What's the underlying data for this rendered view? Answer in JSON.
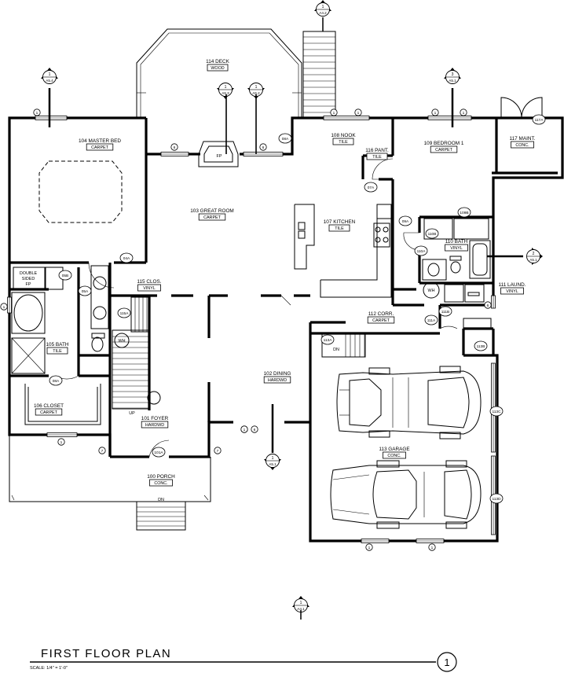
{
  "plan": {
    "title": "FIRST FLOOR PLAN",
    "scale": "SCALE:  1/4\" = 1'-0\"",
    "number": "1"
  },
  "rooms": [
    {
      "key": "master_bed",
      "name": "104 MASTER BED",
      "finish": "CARPET"
    },
    {
      "key": "deck",
      "name": "114 DECK",
      "finish": "WOOD"
    },
    {
      "key": "nook",
      "name": "108 NOOK",
      "finish": "TILE"
    },
    {
      "key": "bedroom1",
      "name": "109 BEDROOM 1",
      "finish": "CARPET"
    },
    {
      "key": "maint",
      "name": "117 MAINT.",
      "finish": "CONC."
    },
    {
      "key": "pant",
      "name": "116 PANT.",
      "finish": "TILE"
    },
    {
      "key": "great",
      "name": "103 GREAT ROOM",
      "finish": "CARPET"
    },
    {
      "key": "kitchen",
      "name": "107 KITCHEN",
      "finish": "TILE"
    },
    {
      "key": "bath110",
      "name": "110 BATH",
      "finish": "VINYL"
    },
    {
      "key": "clos115",
      "name": "115 CLOS.",
      "finish": "VINYL"
    },
    {
      "key": "laund",
      "name": "111 LAUND.",
      "finish": "VINYL"
    },
    {
      "key": "corr",
      "name": "112 CORR.",
      "finish": "CARPET"
    },
    {
      "key": "bath105",
      "name": "105 BATH",
      "finish": "TILE"
    },
    {
      "key": "dining",
      "name": "102 DINING",
      "finish": "HARDWD"
    },
    {
      "key": "closet106",
      "name": "106 CLOSET",
      "finish": "CARPET"
    },
    {
      "key": "foyer",
      "name": "101 FOYER",
      "finish": "HARDWD"
    },
    {
      "key": "garage",
      "name": "113 GARAGE",
      "finish": "CONC."
    },
    {
      "key": "porch",
      "name": "100 PORCH",
      "finish": "CONC."
    }
  ],
  "fixtures": {
    "fireplace": "FP",
    "double_fp": [
      "DOUBLE",
      "SIDED",
      "FP"
    ],
    "water_heater": "WH",
    "up": "UP",
    "dn": "DN"
  },
  "door_tags": [
    "08A",
    "117A",
    "07A",
    "09A",
    "109B",
    "110B",
    "04A",
    "05B",
    "05A",
    "110A",
    "115A",
    "111A",
    "111B",
    "113A",
    "113B",
    "08A",
    "101A",
    "113C",
    "113D"
  ],
  "window_tags": [
    "1",
    "1",
    "1",
    "1",
    "1",
    "1",
    "1",
    "1",
    "1",
    "6",
    "6",
    "6",
    "7",
    "7",
    "6",
    "6",
    "1"
  ],
  "section_marks": [
    {
      "num": "1",
      "sheet": "A4.2"
    },
    {
      "num": "1",
      "sheet": "A5.4"
    },
    {
      "num": "1",
      "sheet": "A5.3"
    },
    {
      "num": "1",
      "sheet": "A5.2"
    },
    {
      "num": "3",
      "sheet": "A5.1"
    },
    {
      "num": "2",
      "sheet": "A5.1"
    },
    {
      "num": "1",
      "sheet": "A5.1"
    },
    {
      "num": "1",
      "sheet": "A4.1"
    }
  ]
}
